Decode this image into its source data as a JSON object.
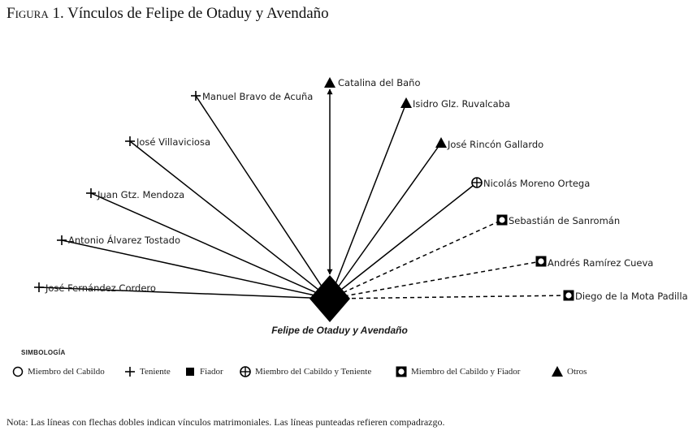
{
  "caption": {
    "label": "Figura",
    "number": "1.",
    "title": "Vínculos de Felipe de Otaduy y Avendaño"
  },
  "center": {
    "label": "Felipe de Otaduy y Avendaño"
  },
  "nodes": [
    {
      "id": "catalina",
      "label": "Catalina del Baño",
      "type": "otros",
      "link": "double-arrow"
    },
    {
      "id": "isidro",
      "label": "Isidro Glz. Ruvalcaba",
      "type": "otros",
      "link": "solid"
    },
    {
      "id": "rincon",
      "label": "José Rincón Gallardo",
      "type": "otros",
      "link": "solid"
    },
    {
      "id": "moreno",
      "label": "Nicolás Moreno Ortega",
      "type": "miembro-cabildo-teniente",
      "link": "solid"
    },
    {
      "id": "sanroman",
      "label": "Sebastián de Sanromán",
      "type": "miembro-cabildo-fiador",
      "link": "dashed"
    },
    {
      "id": "ramirez",
      "label": "Andrés Ramírez Cueva",
      "type": "miembro-cabildo-fiador",
      "link": "dashed"
    },
    {
      "id": "mota",
      "label": "Diego de la Mota Padilla",
      "type": "miembro-cabildo-fiador",
      "link": "dashed"
    },
    {
      "id": "bravo",
      "label": "Manuel Bravo de Acuña",
      "type": "teniente",
      "link": "solid"
    },
    {
      "id": "villaviciosa",
      "label": "José Villaviciosa",
      "type": "teniente",
      "link": "solid"
    },
    {
      "id": "mendoza",
      "label": "Juan Gtz. Mendoza",
      "type": "teniente",
      "link": "solid"
    },
    {
      "id": "tostado",
      "label": "Antonio Álvarez Tostado",
      "type": "teniente",
      "link": "solid"
    },
    {
      "id": "fernandez",
      "label": "José Fernández Cordero",
      "type": "teniente",
      "link": "solid"
    }
  ],
  "legend": {
    "title": "SIMBOLOGÍA",
    "items": [
      {
        "symbol": "circle",
        "label": "Miembro del Cabildo"
      },
      {
        "symbol": "plus",
        "label": "Teniente"
      },
      {
        "symbol": "square",
        "label": "Fiador"
      },
      {
        "symbol": "circle-plus",
        "label": "Miembro del Cabildo y Teniente"
      },
      {
        "symbol": "square-in-square",
        "label": "Miembro del Cabildo y Fiador"
      },
      {
        "symbol": "triangle",
        "label": "Otros"
      }
    ]
  },
  "note": "Nota: Las líneas con flechas dobles indican vínculos matrimoniales. Las líneas punteadas refieren compadrazgo."
}
